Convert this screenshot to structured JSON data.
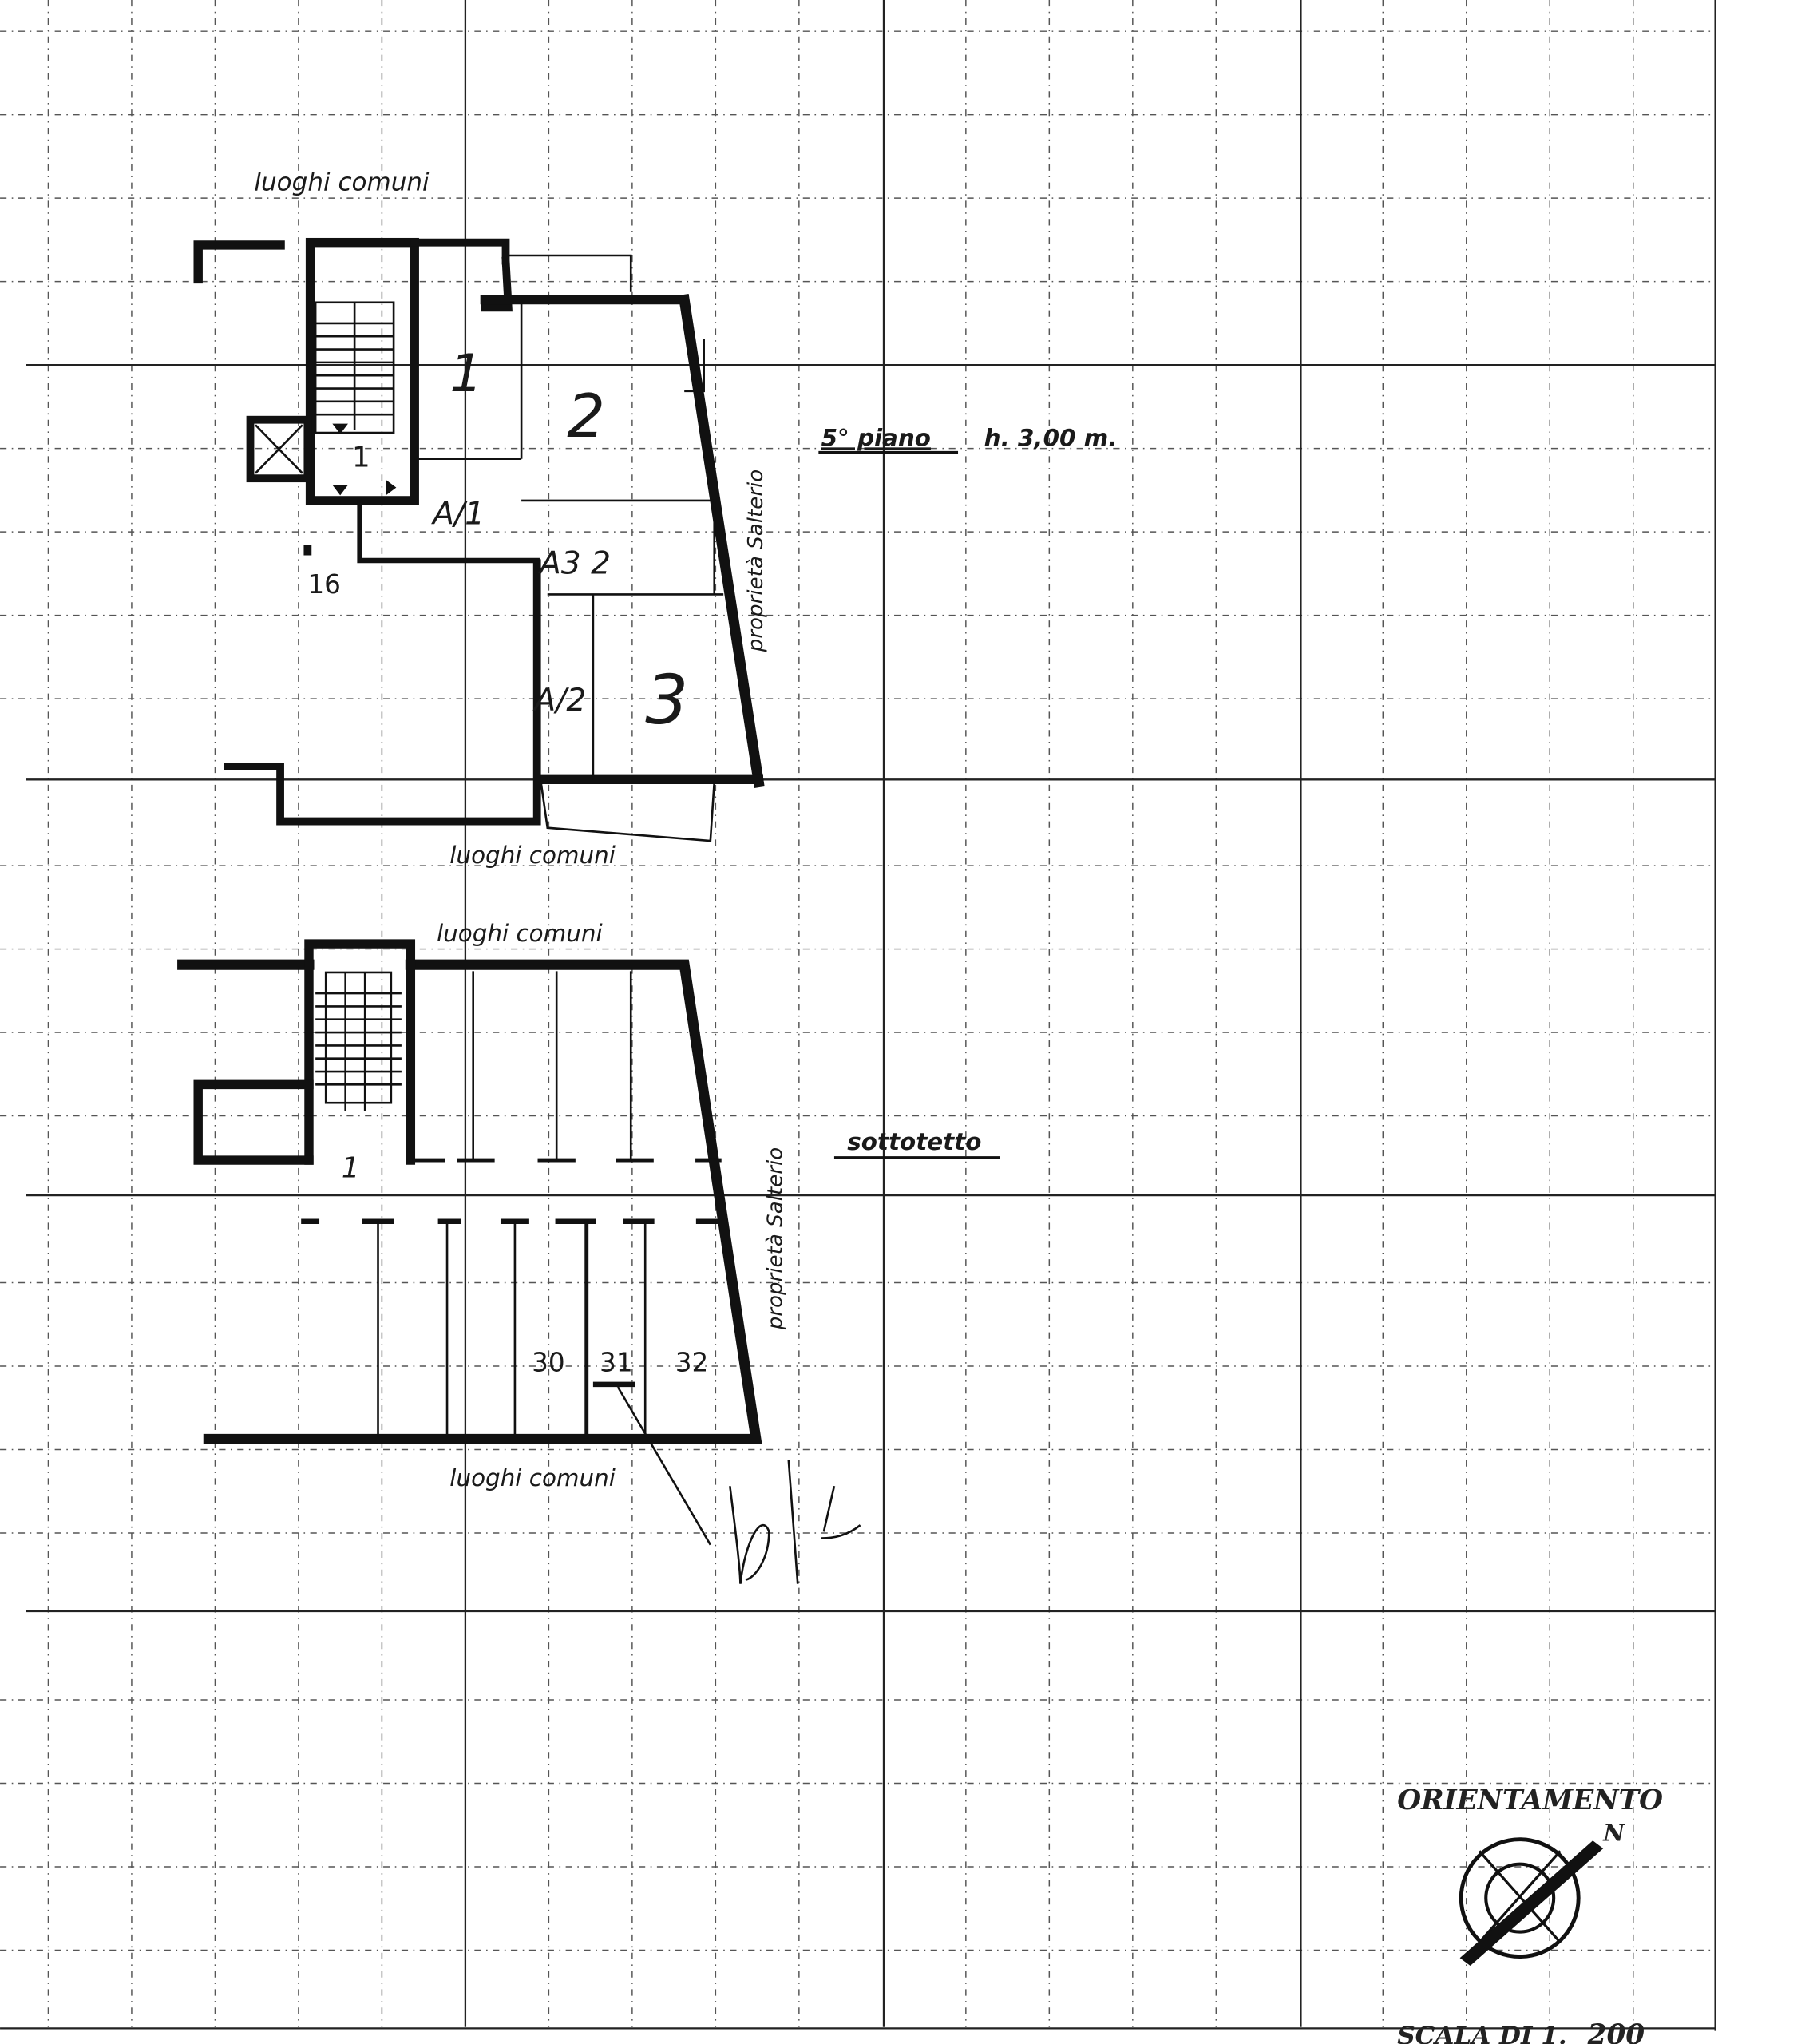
{
  "floor_5": {
    "label_top": "luoghi comuni",
    "label_bottom": "luoghi comuni",
    "floor_title": "5° piano",
    "height": "h. 3,00 m.",
    "room_1": "1",
    "room_2": "2",
    "room_3": "3",
    "stair_unit": "1",
    "unit_16": "16",
    "annot_a1": "A/1",
    "annot_a3": "A3 2",
    "annot_a2": "A/2",
    "neighbour": "proprietà Salterio"
  },
  "attic": {
    "label_top": "luoghi comuni",
    "label_bottom": "luoghi comuni",
    "floor_title": "sottotetto",
    "stair_unit": "1",
    "cell_30": "30",
    "cell_31": "31",
    "cell_32": "32",
    "neighbour": "proprietà Salterio"
  },
  "signature": "b/1",
  "legend": {
    "orientation_title": "ORIENTAMENTO",
    "north": "N",
    "scale_prefix": "SCALA DI 1.",
    "scale_value": "200"
  }
}
